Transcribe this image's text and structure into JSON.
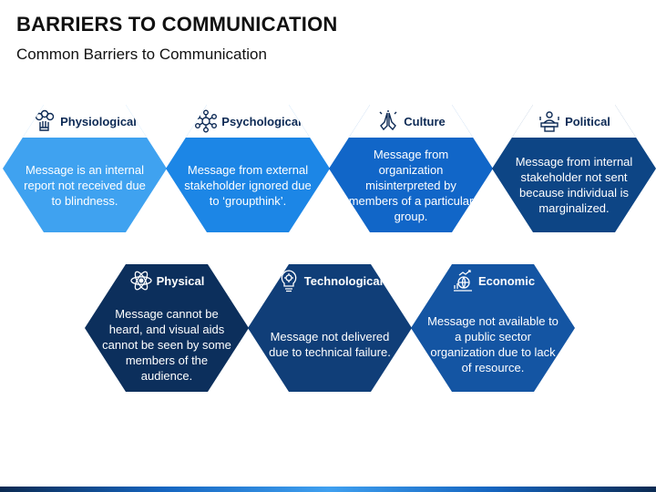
{
  "title": "BARRIERS TO COMMUNICATION",
  "subtitle": "Common Barriers to Communication",
  "barriers": [
    {
      "label": "Physiological",
      "text": "Message is an internal report not received due to blindness.",
      "icon": "brain-hand-icon",
      "fill": "#3fa2f0",
      "head": "#ffffff",
      "headText": "#0d2a55"
    },
    {
      "label": "Psychological",
      "text": "Message from external stakeholder ignored due to ‘groupthink’.",
      "icon": "network-people-icon",
      "fill": "#1c86e6",
      "head": "#ffffff",
      "headText": "#0d2a55"
    },
    {
      "label": "Culture",
      "text": "Message from organization misinterpreted by members of a particular group.",
      "icon": "praying-hands-icon",
      "fill": "#1166c8",
      "head": "#ffffff",
      "headText": "#0d2a55"
    },
    {
      "label": "Political",
      "text": "Message from internal stakeholder not sent because individual is marginalized.",
      "icon": "podium-speaker-icon",
      "fill": "#0d4585",
      "head": "#ffffff",
      "headText": "#0d2a55"
    },
    {
      "label": "Physical",
      "text": "Message cannot be heard, and visual aids cannot be seen by some members of the audience.",
      "icon": "atom-icon",
      "fill": "#0c2f5c",
      "head": "#ffffff",
      "headText": "#0d2a55"
    },
    {
      "label": "Technological",
      "text": "Message not delivered due to technical failure.",
      "icon": "lightbulb-gear-icon",
      "fill": "#103e78",
      "head": "#ffffff",
      "headText": "#0d2a55"
    },
    {
      "label": "Economic",
      "text": "Message not available to a public sector organization due to lack of resource.",
      "icon": "globe-chart-icon",
      "fill": "#1455a3",
      "head": "#ffffff",
      "headText": "#0d2a55"
    }
  ]
}
